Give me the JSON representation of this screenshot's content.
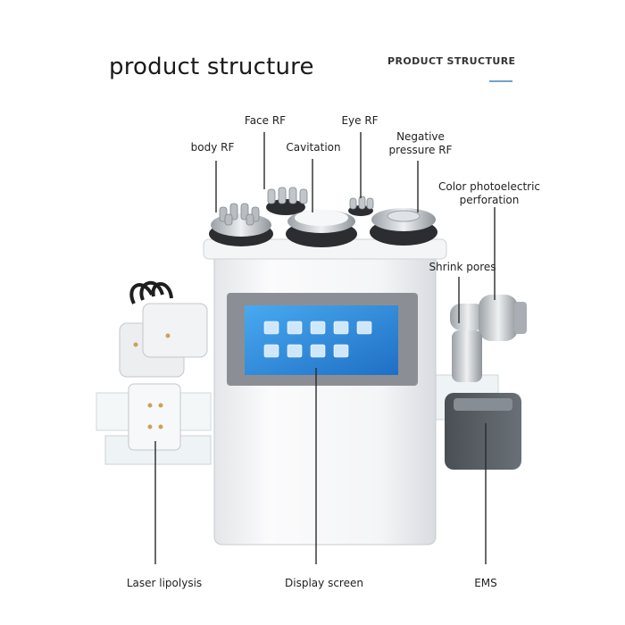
{
  "header": {
    "title": "product structure",
    "subtitle": "PRODUCT STRUCTURE"
  },
  "labels": {
    "face_rf": "Face RF",
    "eye_rf": "Eye RF",
    "body_rf": "body RF",
    "cavitation": "Cavitation",
    "negative_pressure_rf_1": "Negative",
    "negative_pressure_rf_2": "pressure RF",
    "color_photoelectric_1": "Color photoelectric",
    "color_photoelectric_2": "perforation",
    "shrink_pores": "Shrink pores",
    "laser_lipolysis": "Laser lipolysis",
    "display_screen": "Display screen",
    "ems": "EMS"
  },
  "colors": {
    "accent_rule": "#6fa3c9",
    "device_body": "#f1f2f4",
    "screen_bezel": "#8b8f95",
    "screen": "#2f8fe0",
    "leader": "#2a2a2a"
  }
}
